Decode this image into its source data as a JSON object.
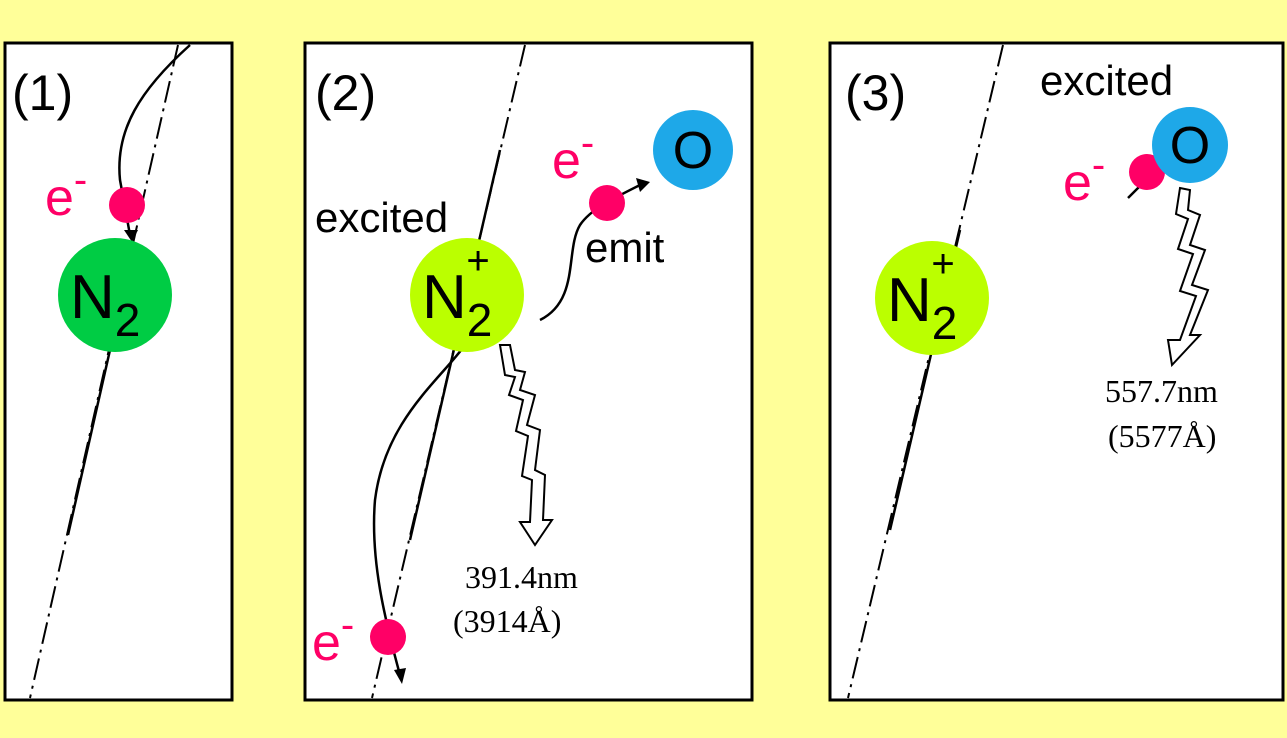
{
  "colors": {
    "background": "#FFFF99",
    "electron": "#FF0066",
    "n2": "#00CC44",
    "n2_ion": "#BBFF00",
    "oxygen": "#1EA8E8"
  },
  "panels": [
    {
      "label": "(1)",
      "electron": "e",
      "electron_sup": "-",
      "molecule": "N",
      "molecule_sub": "2"
    },
    {
      "label": "(2)",
      "excited": "excited",
      "emit": "emit",
      "electron": "e",
      "electron_sup": "-",
      "molecule": "N",
      "molecule_sub": "2",
      "molecule_sup": "+",
      "oxygen": "O",
      "wavelength": "391.4nm",
      "wavelength_angstrom": "(3914Å)"
    },
    {
      "label": "(3)",
      "excited": "excited",
      "electron": "e",
      "electron_sup": "-",
      "molecule": "N",
      "molecule_sub": "2",
      "molecule_sup": "+",
      "oxygen": "O",
      "wavelength": "557.7nm",
      "wavelength_angstrom": "(5577Å)"
    }
  ]
}
